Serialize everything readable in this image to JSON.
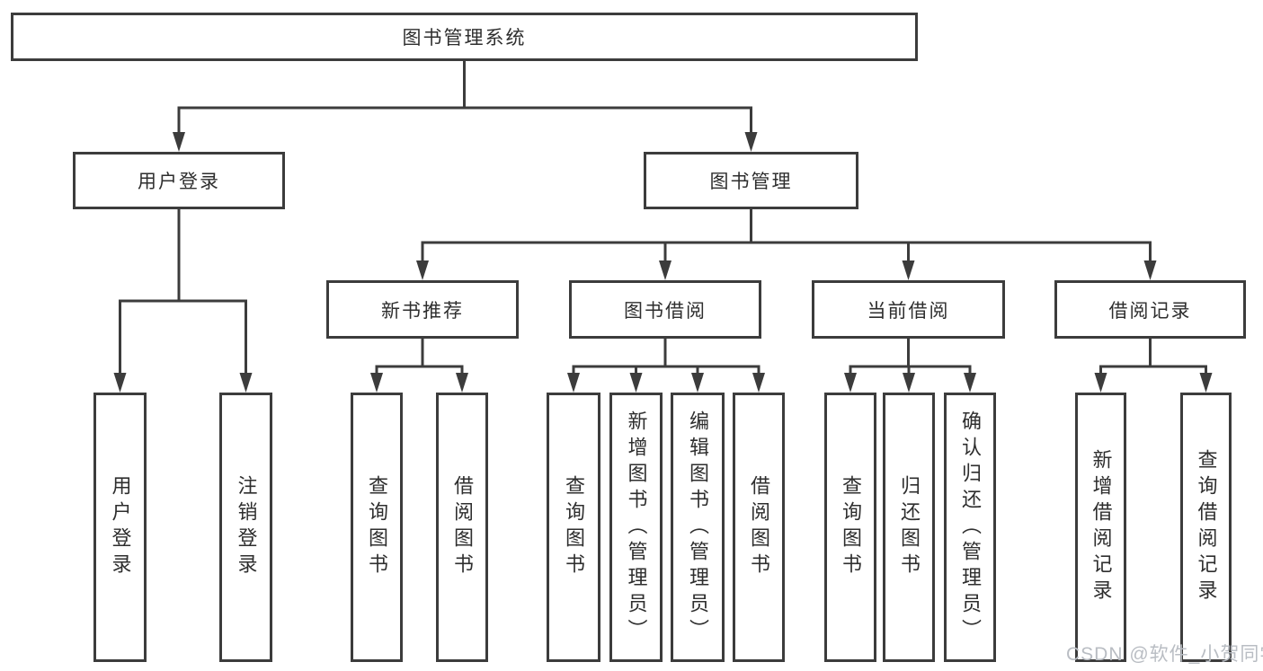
{
  "diagram": {
    "title": "图书管理系统",
    "branches": [
      {
        "label": "用户登录",
        "children": [
          "用户登录",
          "注销登录"
        ]
      },
      {
        "label": "图书管理",
        "sections": [
          {
            "label": "新书推荐",
            "children": [
              "查询图书",
              "借阅图书"
            ]
          },
          {
            "label": "图书借阅",
            "children": [
              "查询图书",
              "新增图书（管理员）",
              "编辑图书（管理员）",
              "借阅图书"
            ]
          },
          {
            "label": "当前借阅",
            "children": [
              "查询图书",
              "归还图书",
              "确认归还（管理员）"
            ]
          },
          {
            "label": "借阅记录",
            "children": [
              "新增借阅记录",
              "查询借阅记录"
            ]
          }
        ]
      }
    ]
  },
  "watermark": {
    "text": "CSDN @软件_小贺同学"
  },
  "colors": {
    "line": "#3c3c3c",
    "text": "#2e2e2e",
    "watermark": "#b9bdc3",
    "background": "#ffffff"
  }
}
